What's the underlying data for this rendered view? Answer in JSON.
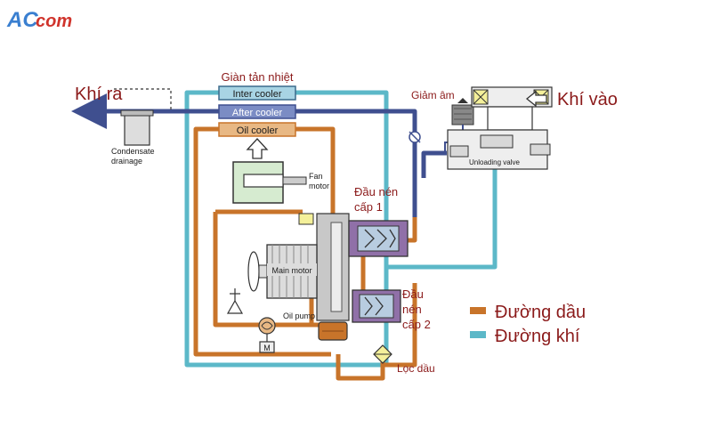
{
  "logo": {
    "text": "ACcom"
  },
  "labels": {
    "khi_ra": "Khí ra",
    "khi_vao": "Khí vào",
    "gian_tan_nhiet": "Giàn tản nhiệt",
    "giam_am": "Giảm âm",
    "inter_cooler": "Inter cooler",
    "after_cooler": "After cooler",
    "oil_cooler": "Oil cooler",
    "condensate_1": "Condensate",
    "condensate_2": "drainage",
    "fan_1": "Fan",
    "fan_2": "motor",
    "unloading_valve": "Unloading valve",
    "dau_nen_1_a": "Đầu nén",
    "dau_nen_1_b": "cấp 1",
    "main_motor": "Main motor",
    "oil_pump": "Oil pump",
    "m": "M",
    "dau_nen_2_a": "Đầu",
    "dau_nen_2_b": "nén",
    "dau_nen_2_c": "cấp 2",
    "loc_dau": "Lọc dầu"
  },
  "legend": {
    "oil": "Đường dầu",
    "air": "Đường khí"
  },
  "colors": {
    "oil": "#c8742a",
    "air": "#5cb8c8",
    "discharge": "#3f4f8f",
    "label_red": "#8b1a1a",
    "logo_blue": "#3a7fd0",
    "logo_red": "#d0342c"
  }
}
